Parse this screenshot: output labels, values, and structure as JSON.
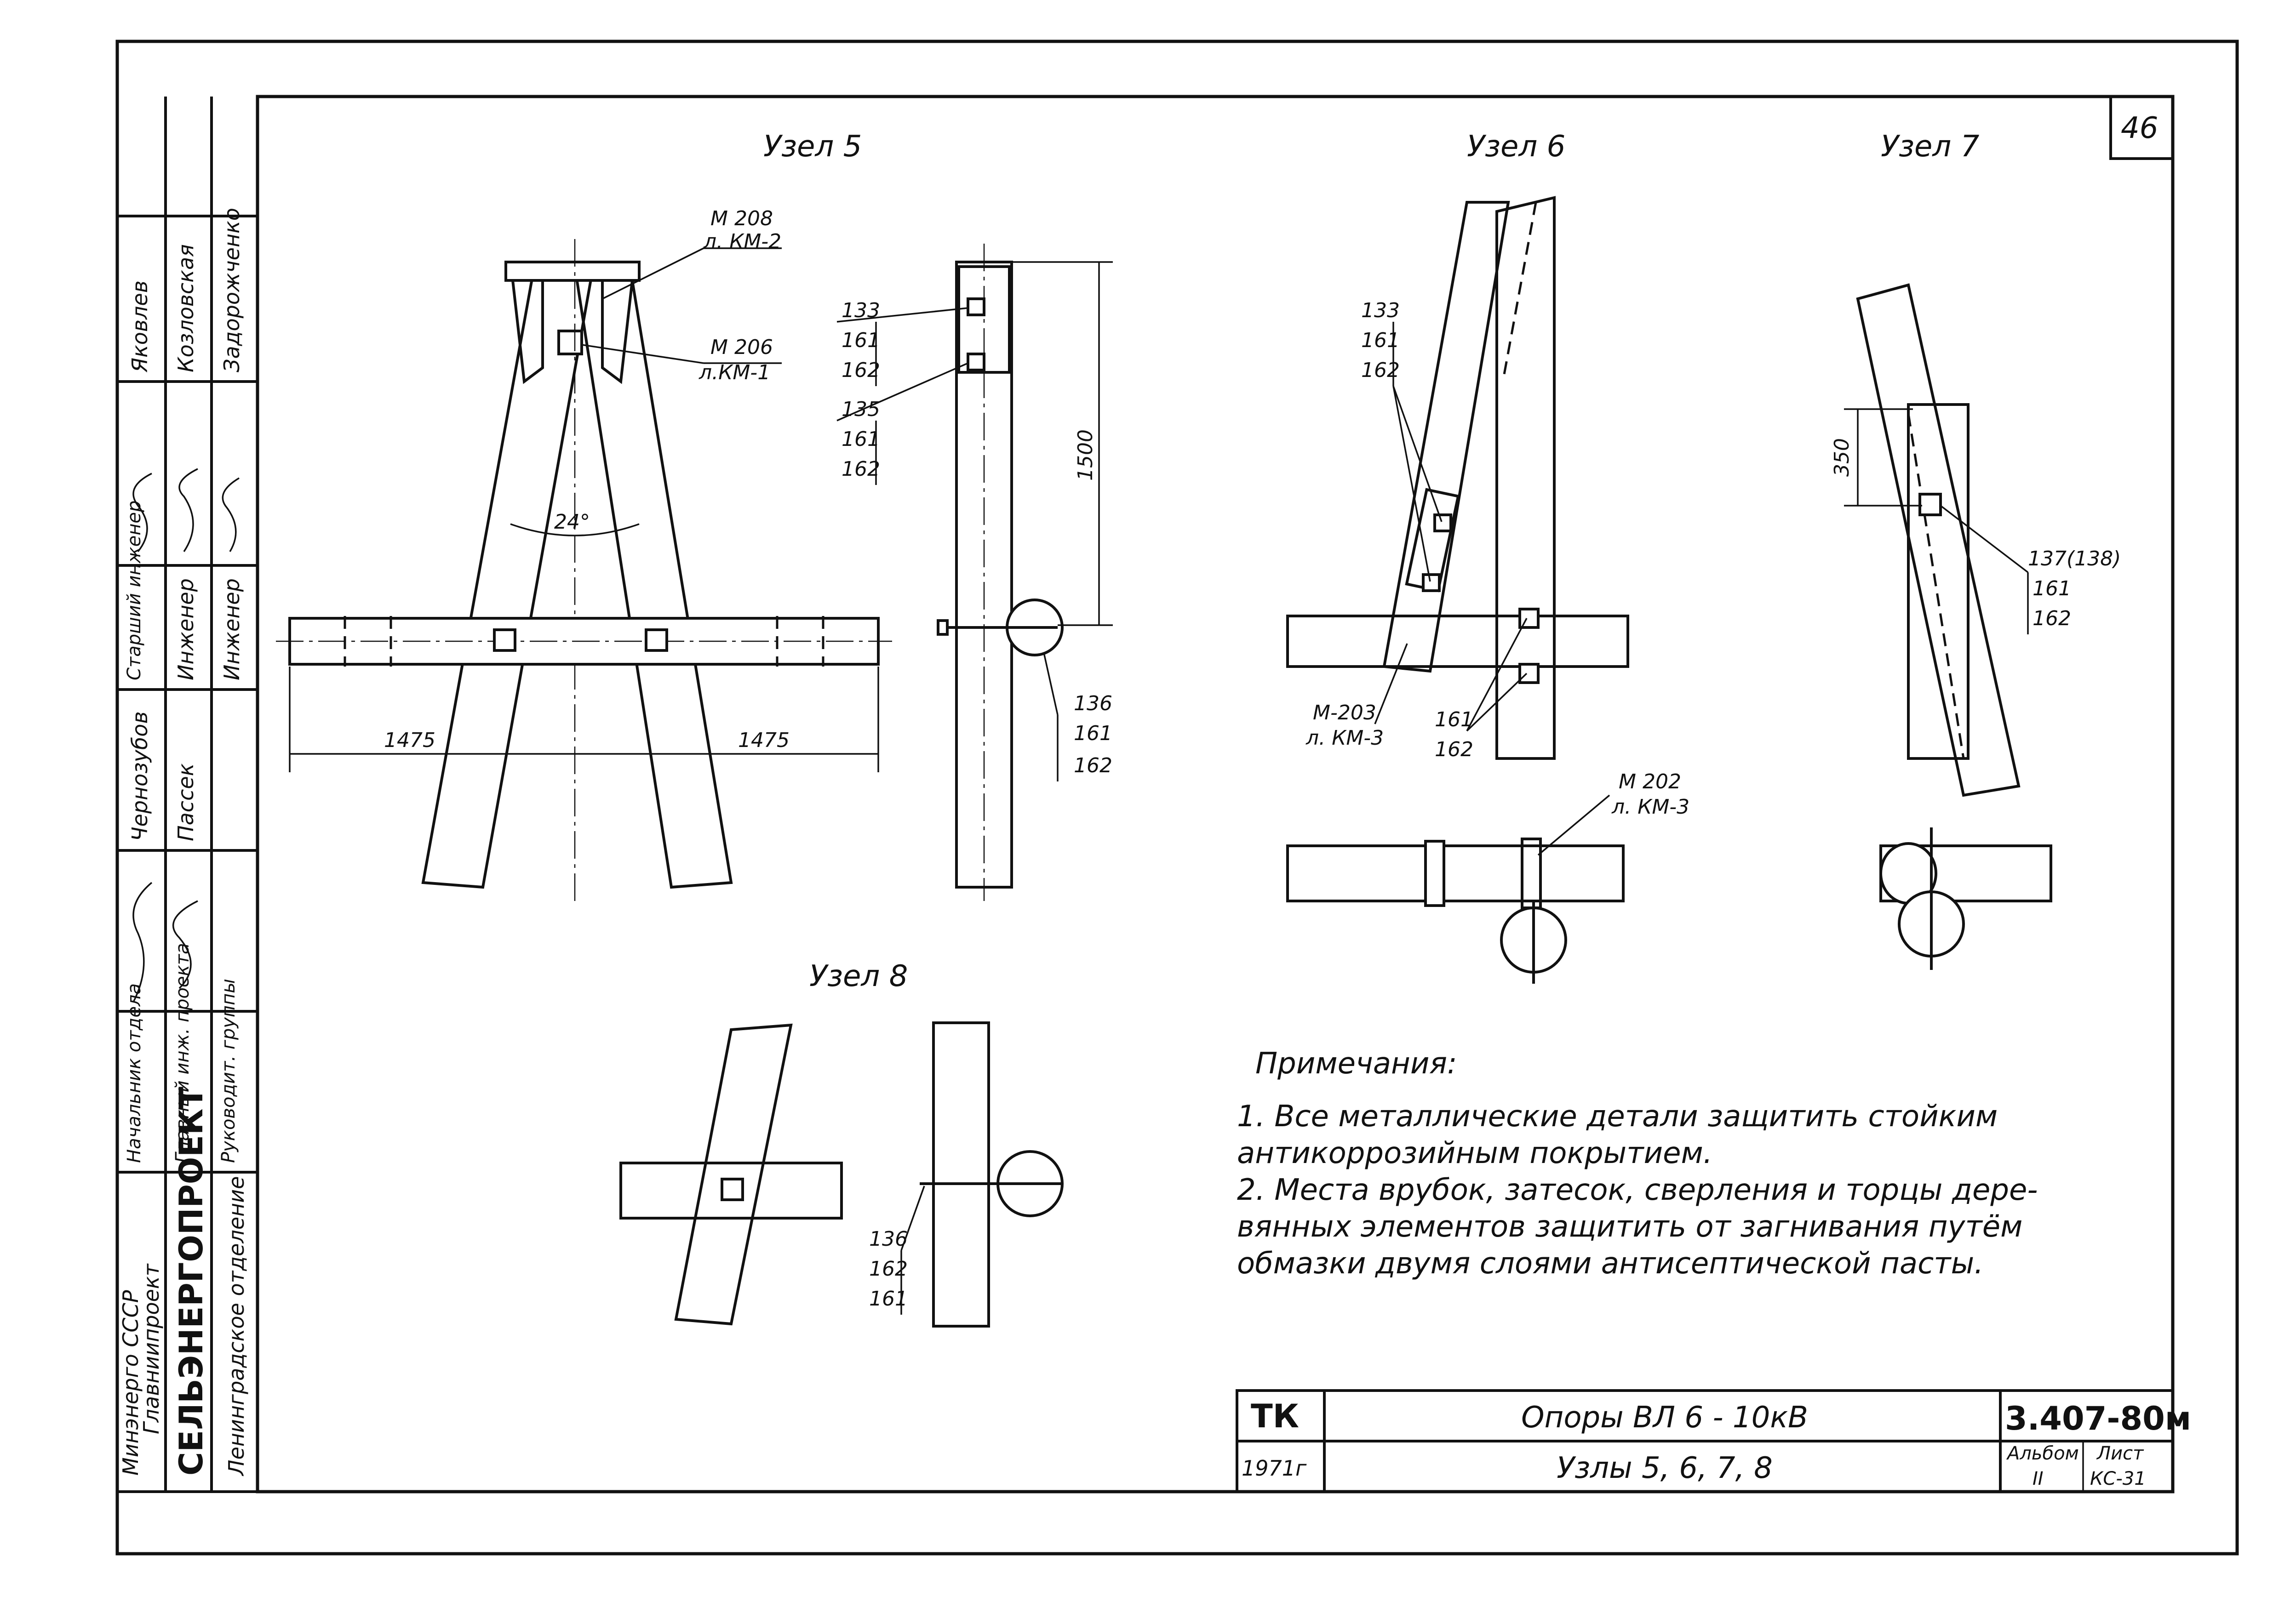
{
  "sheet": {
    "number": "46",
    "titles": {
      "node5": "Узел 5",
      "node6": "Узел 6",
      "node7": "Узел 7",
      "node8": "Узел 8"
    }
  },
  "node5": {
    "callout_top": [
      "М 208",
      "л. КМ-2"
    ],
    "callout_mid": [
      "М 206",
      "л.КМ-1"
    ],
    "angle": "24°",
    "dim_left": "1475",
    "dim_right": "1475",
    "dim_height": "1500",
    "group1": [
      "133",
      "161",
      "162"
    ],
    "group2": [
      "135",
      "161",
      "162"
    ],
    "group3": [
      "136",
      "161",
      "162"
    ]
  },
  "node6": {
    "group_top": [
      "133",
      "161",
      "162"
    ],
    "callout_bottom": [
      "М-203",
      "л. КМ-3"
    ],
    "group_bottom": [
      "161",
      "162"
    ],
    "callout_right": [
      "М 202",
      "л. КМ-3"
    ]
  },
  "node7": {
    "dim": "350",
    "group": [
      "137(138)",
      "161",
      "162"
    ]
  },
  "node8": {
    "group": [
      "136",
      "162",
      "161"
    ]
  },
  "notes": {
    "heading": "Примечания:",
    "lines": [
      "1. Все металлические детали защитить стойким",
      "антикоррозийным покрытием.",
      "2. Места врубок, затесок, сверления и торцы дере-",
      "вянных элементов защитить от загнивания путём",
      "обмазки двумя слоями антисептической пасты."
    ]
  },
  "stamp": {
    "org": [
      "Минэнерго СССР",
      "Главниипроект",
      "СЕЛЬЭНЕРГОПРОЕКТ",
      "Ленинградское отделение"
    ],
    "roles": [
      "Начальник отдела",
      "Главный инж. проекта",
      "Руководит. группы",
      "Старший инженер",
      "Инженер",
      "Инженер"
    ],
    "names": [
      "Чернозубов",
      "Пассек",
      "Яковлев",
      "Козловская",
      "Задорожченко"
    ],
    "code": "ТК",
    "year": "1971г",
    "title_line1": "Опоры ВЛ 6 - 10кВ",
    "title_line2": "Узлы 5, 6, 7, 8",
    "doc_number": "3.407-80м",
    "album_label": "Альбом",
    "album_value": "II",
    "sheet_label": "Лист",
    "sheet_value": "КС-31"
  }
}
